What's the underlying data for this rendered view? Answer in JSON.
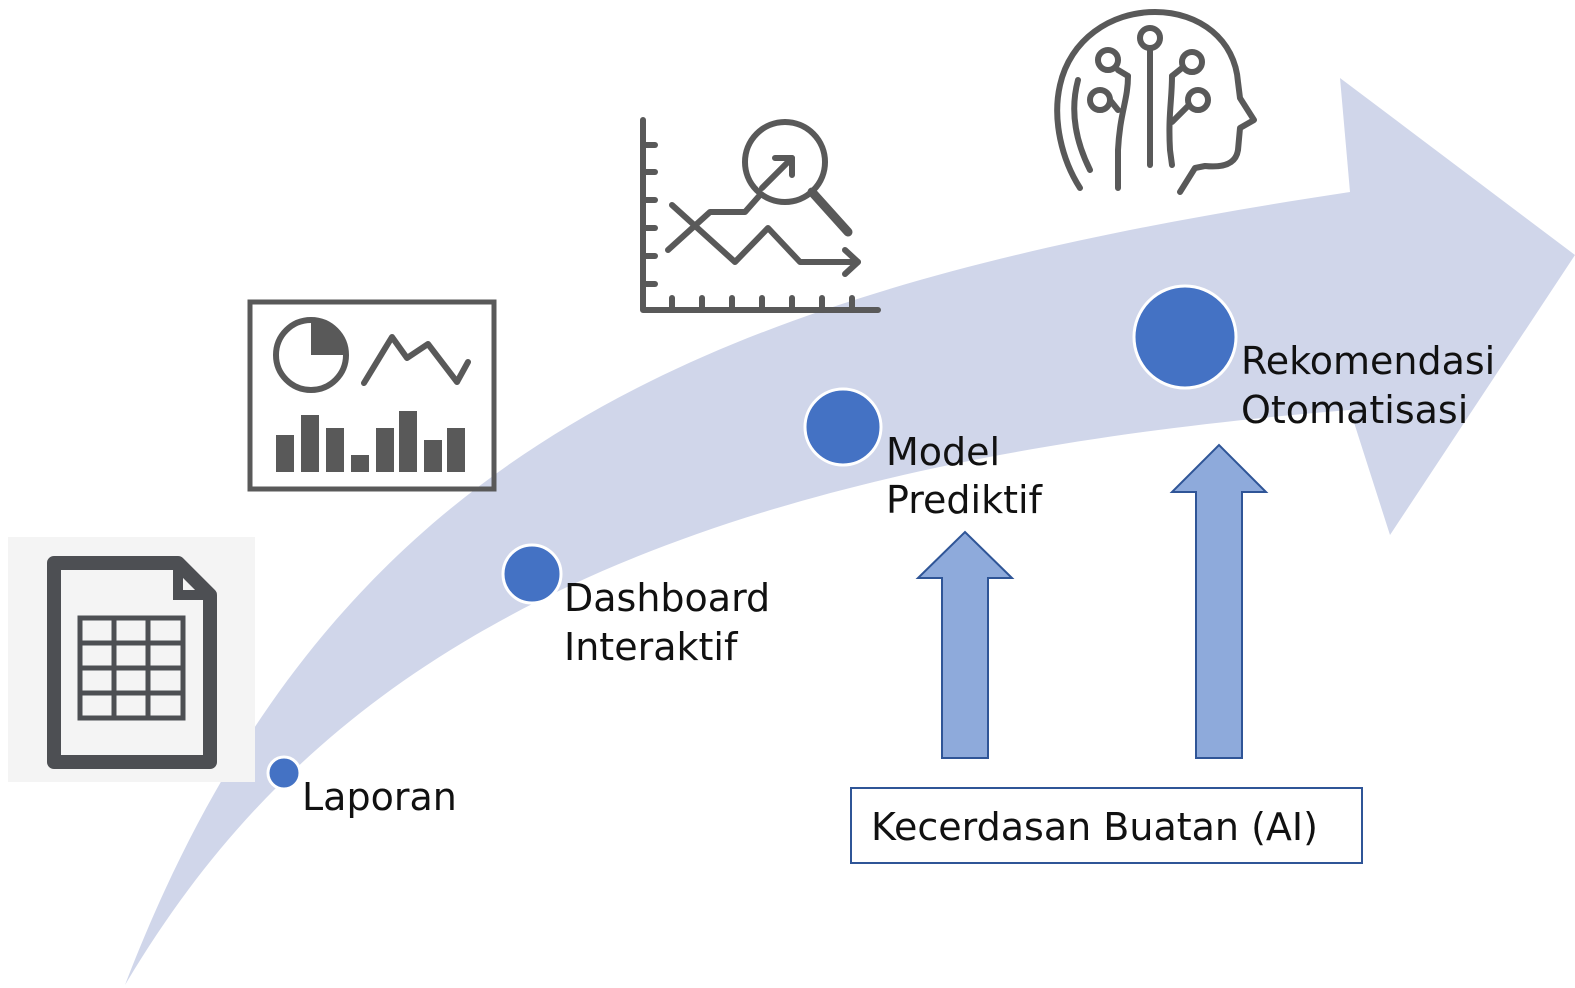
{
  "colors": {
    "arrow_fill": "#d0d6ea",
    "node_fill": "#4472c4",
    "node_stroke": "#ffffff",
    "up_arrow_fill": "#8eaadb",
    "up_arrow_stroke": "#2f5597",
    "box_stroke": "#2f5597",
    "icon_color": "#595959",
    "text_color": "#111111"
  },
  "stages": [
    {
      "line1": "Laporan",
      "line2": ""
    },
    {
      "line1": "Dashboard",
      "line2": "Interaktif"
    },
    {
      "line1": "Model",
      "line2": "Prediktif"
    },
    {
      "line1": "Rekomendasi",
      "line2": "Otomatisasi"
    }
  ],
  "ai_box": {
    "label": "Kecerdasan Buatan (AI)"
  },
  "icons": [
    {
      "name": "spreadsheet-document-icon"
    },
    {
      "name": "dashboard-icon"
    },
    {
      "name": "analytics-chart-magnifier-icon"
    },
    {
      "name": "ai-brain-head-icon"
    }
  ]
}
